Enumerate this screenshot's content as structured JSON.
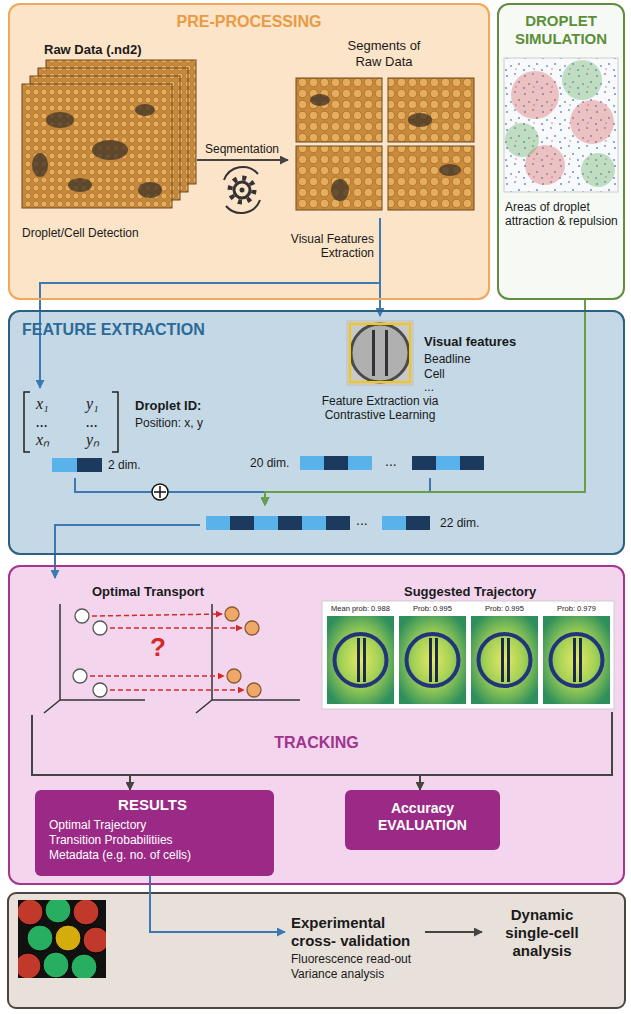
{
  "diagram": {
    "nodes": [
      {
        "text": [
          "PRE-PROCESSING"
        ]
      },
      {
        "text": [
          "Raw Data (.nd2)",
          "Droplet/Cell Detection"
        ],
        "in": 0
      },
      {
        "text": [
          "Segments of Raw Data"
        ],
        "in": 0
      },
      {
        "text": [
          "DROPLET SIMULATION",
          "Areas of droplet attraction & repulsion"
        ]
      },
      {
        "text": [
          "FEATURE EXTRACTION"
        ]
      },
      {
        "text": [
          "Droplet ID:",
          "Position: x, y",
          "2 dim."
        ],
        "in": 4
      },
      {
        "text": [
          "Visual features",
          "Beadline",
          "Cell",
          "...",
          "Feature Extraction via Contrastive Learning",
          "20 dim.",
          "..."
        ],
        "in": 4
      },
      {
        "text": [
          "...",
          "22 dim."
        ],
        "in": 4
      },
      {
        "text": [
          "TRACKING"
        ]
      },
      {
        "text": [
          "Optimal Transport",
          "?"
        ],
        "in": 8
      },
      {
        "text": [
          "Suggested Trajectory",
          "Mean prob: 0.988",
          "Prob: 0.995",
          "Prob: 0.995",
          "Prob: 0.979"
        ],
        "in": 8
      },
      {
        "text": [
          "RESULTS",
          "Optimal Trajectory",
          "Transition Probabilitiies",
          "Metadata (e.g. no. of cells)"
        ],
        "in": 8
      },
      {
        "text": [
          "Accuracy EVALUATION"
        ],
        "in": 8
      },
      {
        "text": [
          "Experimental cross- validation",
          "Fluorescence read-out",
          "Variance analysis"
        ]
      },
      {
        "text": [
          "Dynamic single-cell analysis"
        ]
      }
    ],
    "edges": [
      {
        "from": 1,
        "to": 2,
        "label": "Seqmentation",
        "arrow": "to"
      },
      {
        "from": 2,
        "to": 5,
        "arrow": "to"
      },
      {
        "from": 2,
        "to": 6,
        "label": "Visual Features Extraction",
        "arrow": "to"
      },
      {
        "from": 5,
        "to": 7,
        "arrow": "to"
      },
      {
        "from": 6,
        "to": 7,
        "arrow": "to"
      },
      {
        "from": 3,
        "to": 7,
        "arrow": "to"
      },
      {
        "from": 7,
        "to": 9,
        "arrow": "to"
      },
      {
        "from": 9,
        "to": 11,
        "arrow": "to"
      },
      {
        "from": 10,
        "to": 12,
        "arrow": "to"
      },
      {
        "from": 11,
        "to": 13,
        "arrow": "to"
      },
      {
        "from": 13,
        "to": 14,
        "arrow": "to"
      }
    ],
    "labels": [
      "x₁",
      "y₁",
      "...",
      "...",
      "xₙ",
      "yₙ"
    ]
  }
}
